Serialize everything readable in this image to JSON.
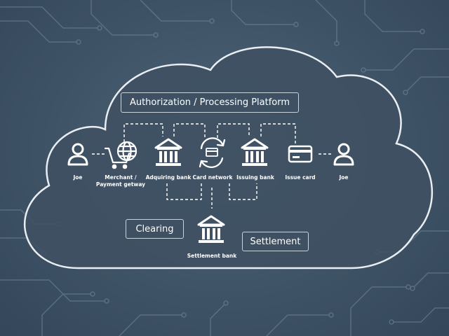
{
  "platform": {
    "title": "Authorization / Processing Platform"
  },
  "actors": [
    {
      "label": "Joe",
      "icon": "person-icon"
    },
    {
      "label_line1": "Merchant /",
      "label_line2": "Payment getway",
      "icon": "shopping-cart-globe-icon"
    },
    {
      "label": "Adquiring bank",
      "icon": "bank-icon"
    },
    {
      "label": "Card network",
      "icon": "card-network-icon"
    },
    {
      "label": "Issuing bank",
      "icon": "bank-icon"
    },
    {
      "label": "Issue card",
      "icon": "credit-card-icon"
    },
    {
      "label": "Joe",
      "icon": "person-icon"
    }
  ],
  "clearing": {
    "label": "Clearing"
  },
  "settlement": {
    "label": "Settlement"
  },
  "settlement_bank": {
    "label": "Settlement bank",
    "icon": "bank-icon"
  },
  "colors": {
    "background": "#3f5366",
    "cloud": "#3e5062",
    "lines": "#ffffff",
    "box_border": "#c9d3dc"
  }
}
